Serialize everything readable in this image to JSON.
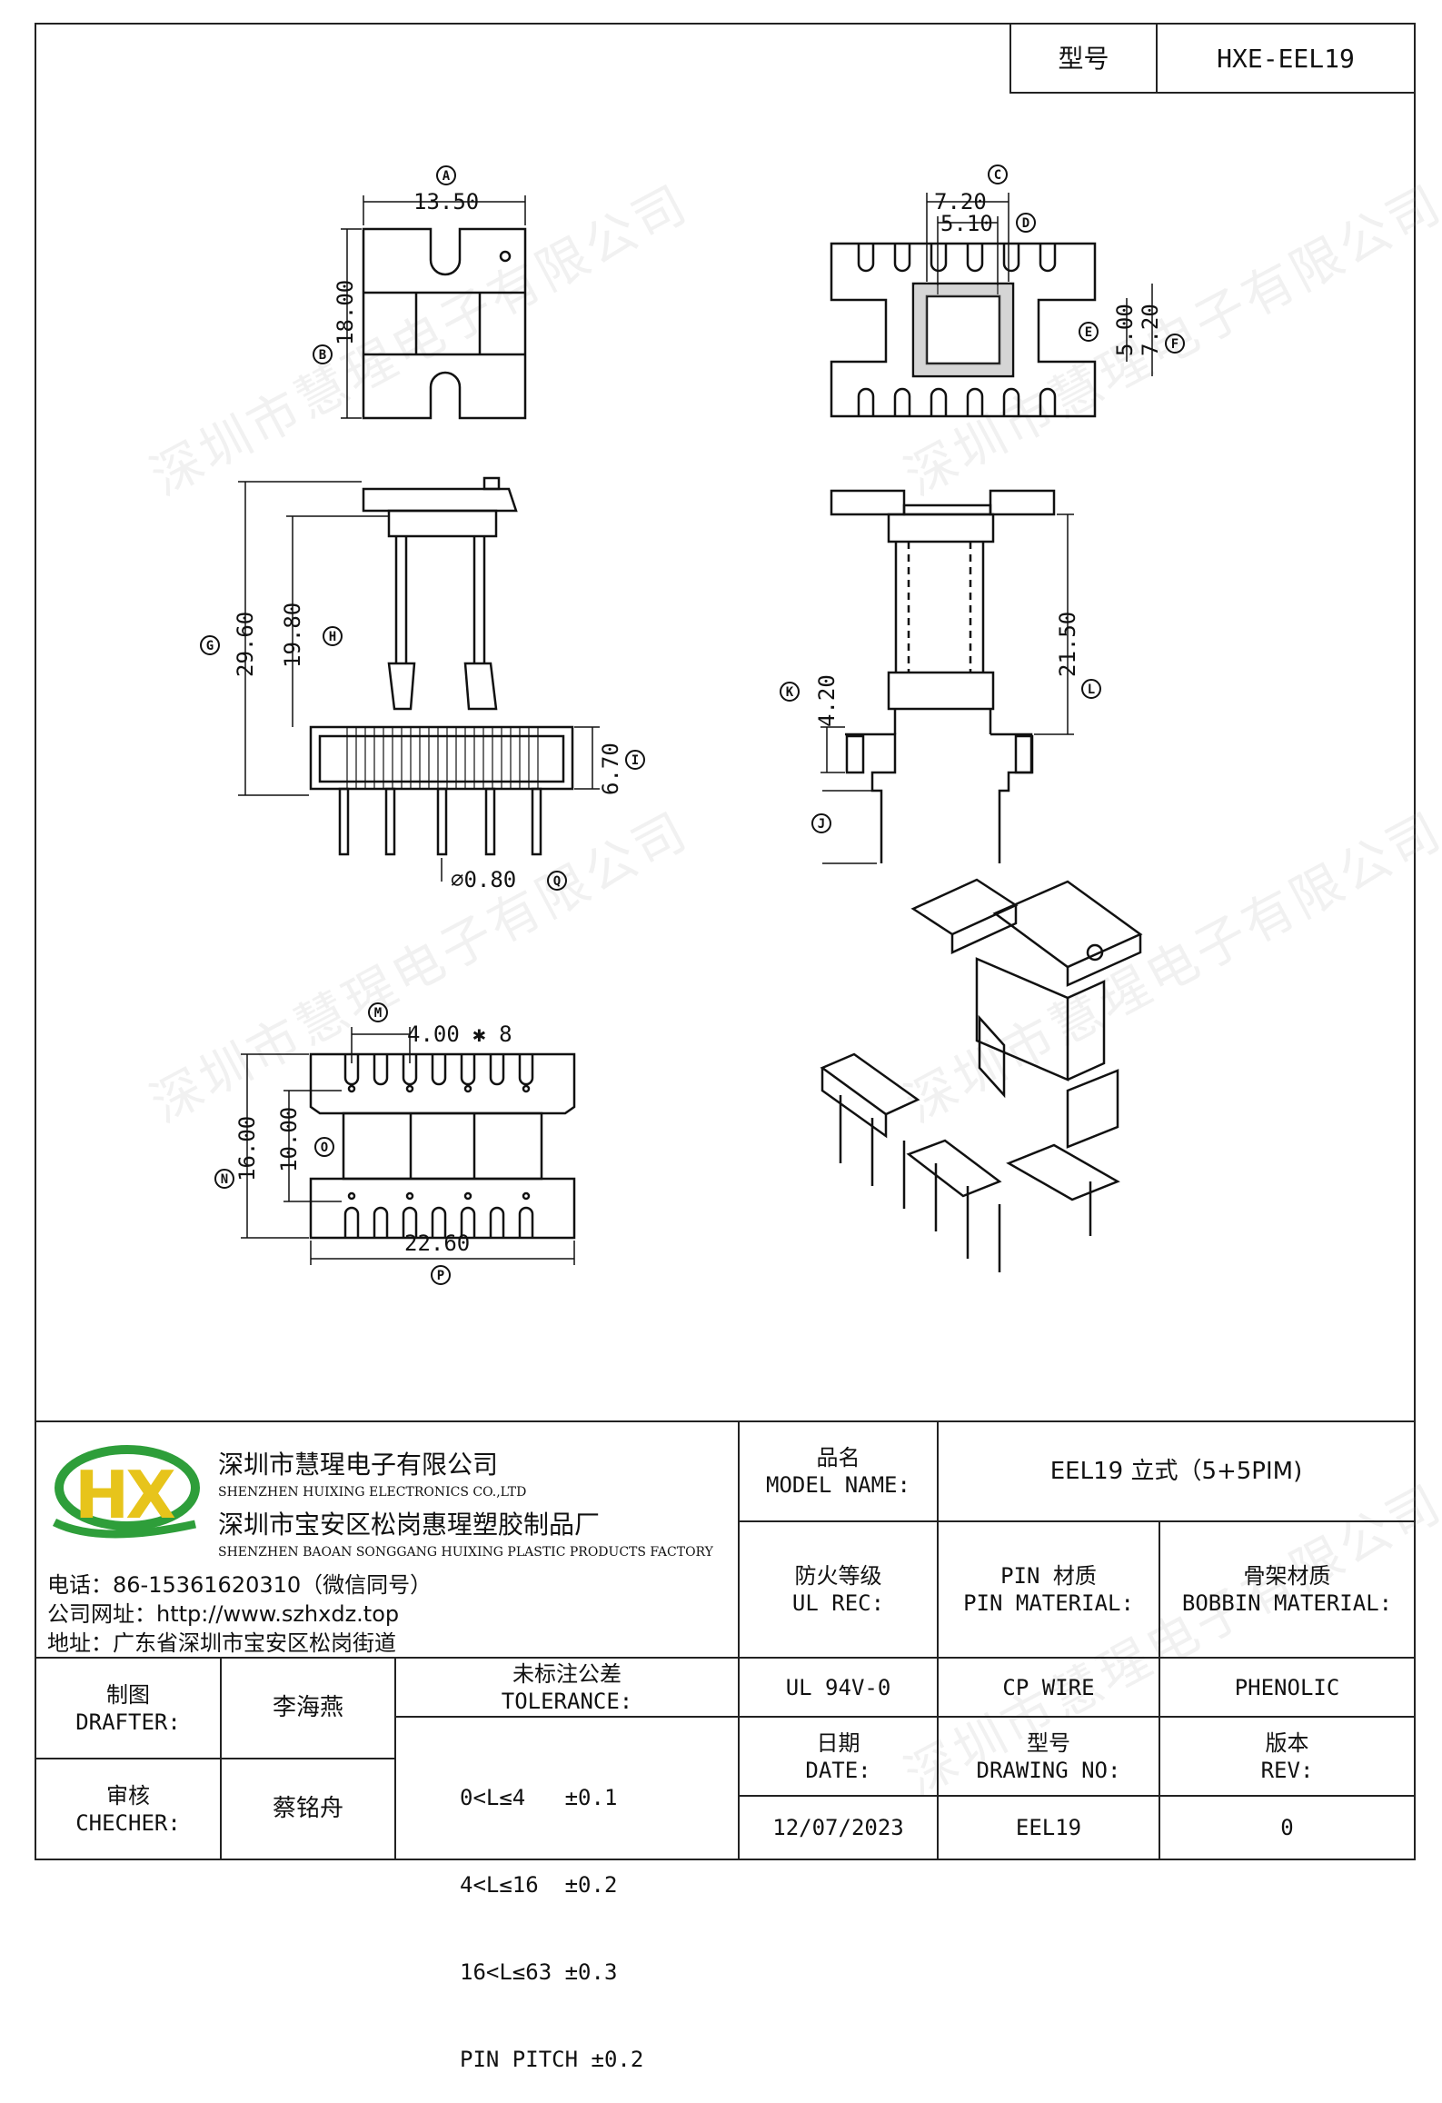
{
  "header": {
    "model_label": "型号",
    "model_value": "HXE-EEL19"
  },
  "watermark": "深圳市慧瑆电子有限公司",
  "dims": {
    "A": "13.50",
    "B": "18.00",
    "C": "7.20",
    "D": "5.10",
    "E": "5.00",
    "F": "7.20",
    "G": "29.60",
    "H": "19.80",
    "I": "6.70",
    "K": "4.20",
    "L": "21.50",
    "Q": "⌀0.80",
    "M": "4.00 ✱ 8",
    "N": "16.00",
    "O": "10.00",
    "P": "22.60"
  },
  "letters": [
    "A",
    "B",
    "C",
    "D",
    "E",
    "F",
    "G",
    "H",
    "I",
    "J",
    "K",
    "L",
    "M",
    "N",
    "O",
    "P",
    "Q"
  ],
  "company": {
    "logo_text": "HX",
    "name_cn": "深圳市慧瑆电子有限公司",
    "name_en": "SHENZHEN HUIXING ELECTRONICS CO.,LTD",
    "factory_cn": "深圳市宝安区松岗惠瑆塑胶制品厂",
    "factory_en": "SHENZHEN BAOAN SONGGANG HUIXING PLASTIC PRODUCTS FACTORY",
    "phone": "电话：86-15361620310（微信同号）",
    "website": "公司网址：http://www.szhxdz.top",
    "address": "地址：广东省深圳市宝安区松岗街道"
  },
  "title_block": {
    "model_name_cn": "品名",
    "model_name_en": "MODEL NAME:",
    "model_name_value": "EEL19 立式（5+5PIM)",
    "ul_cn": "防火等级",
    "ul_en": "UL REC:",
    "ul_value": "UL 94V-0",
    "pin_cn": "PIN 材质",
    "pin_en": "PIN MATERIAL:",
    "pin_value": "CP WIRE",
    "bobbin_cn": "骨架材质",
    "bobbin_en": "BOBBIN MATERIAL:",
    "bobbin_value": "PHENOLIC",
    "drafter_cn": "制图",
    "drafter_en": "DRAFTER:",
    "drafter_name": "李海燕",
    "checker_cn": "审核",
    "checker_en": "CHECHER:",
    "checker_name": "蔡铭舟",
    "tol_cn": "未标注公差",
    "tol_en": "TOLERANCE:",
    "tol_lines": [
      "0<L≤4   ±0.1",
      "4<L≤16  ±0.2",
      "16<L≤63 ±0.3",
      "PIN PITCH ±0.2"
    ],
    "date_cn": "日期",
    "date_en": "DATE:",
    "date_value": "12/07/2023",
    "drawing_cn": "型号",
    "drawing_en": "DRAWING NO:",
    "drawing_value": "EEL19",
    "rev_cn": "版本",
    "rev_en": "REV:",
    "rev_value": "0"
  }
}
